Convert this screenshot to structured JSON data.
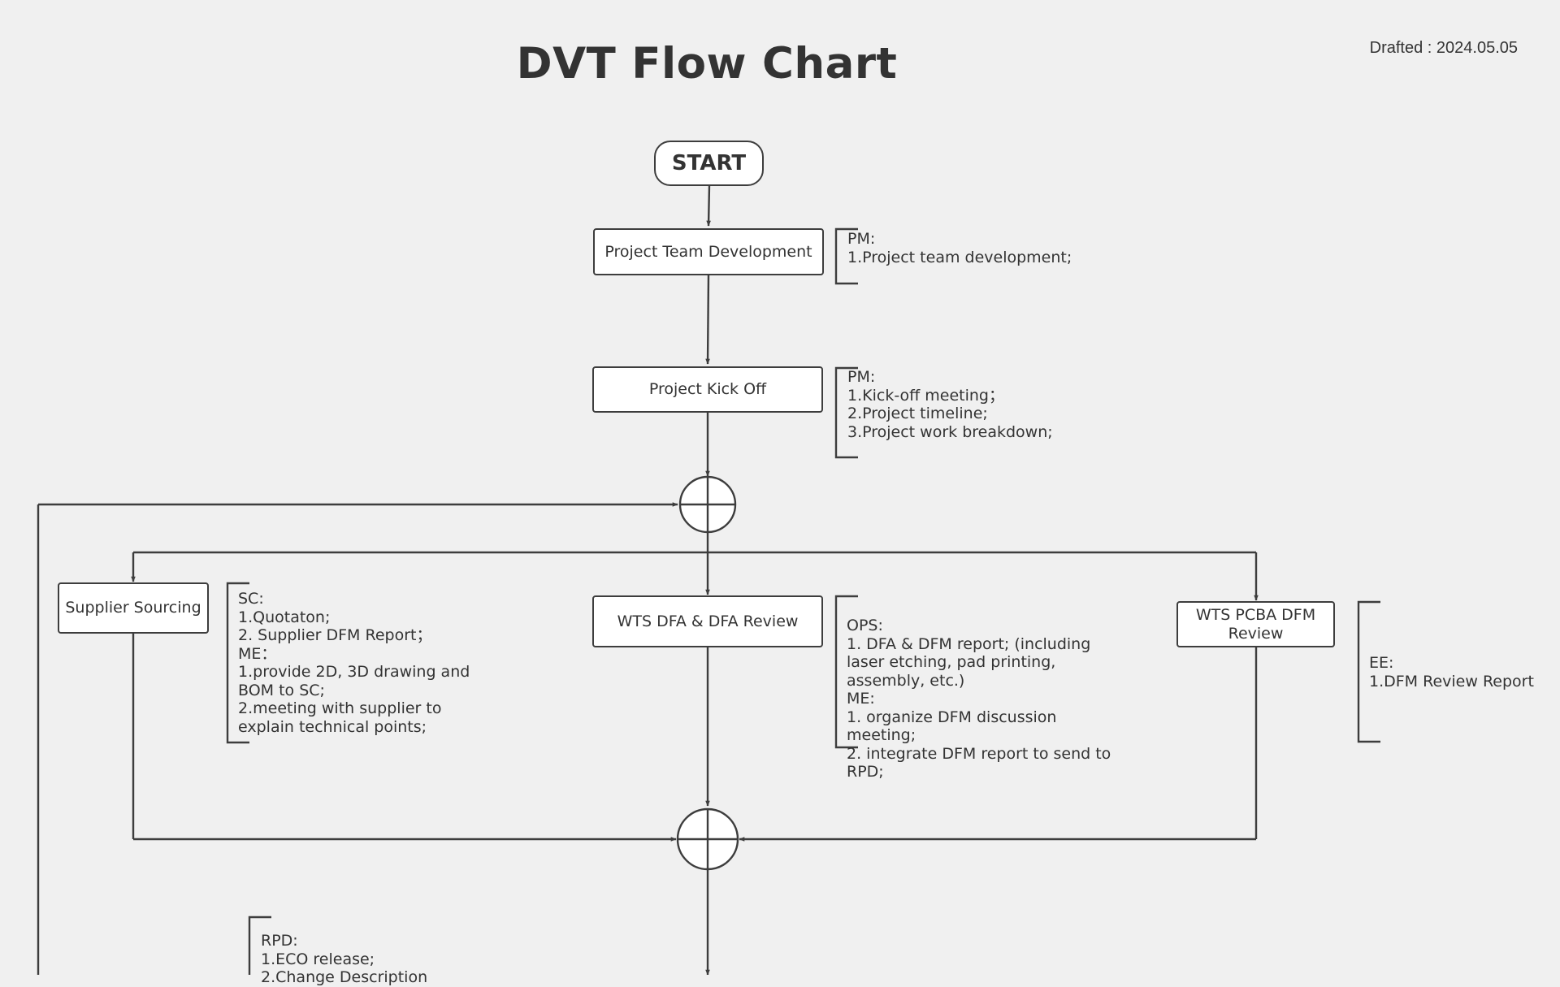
{
  "header": {
    "title": "DVT Flow Chart",
    "drafted": "Drafted : 2024.05.05"
  },
  "nodes": {
    "start": "START",
    "team_dev": "Project Team Development",
    "kick_off": "Project Kick Off",
    "supplier": "Supplier Sourcing",
    "wts_dfa": "WTS DFA & DFA Review",
    "wts_pcba": "WTS PCBA DFM Review"
  },
  "notes": {
    "team_dev": [
      "PM:",
      "1.Project team development;"
    ],
    "kick_off": [
      "PM:",
      "1.Kick-off meeting；",
      "2.Project timeline;",
      "3.Project work breakdown;"
    ],
    "supplier": [
      "SC:",
      "1.Quotaton;",
      "2. Supplier DFM Report；",
      "ME：",
      "1.provide 2D, 3D drawing and BOM to SC;",
      "2.meeting with supplier to explain technical points;"
    ],
    "wts_dfa": [
      "OPS:",
      "1. DFA & DFM report; (including laser etching, pad printing, assembly, etc.)",
      "ME:",
      "1. organize DFM discussion meeting;",
      "2. integrate DFM report to send to RPD;"
    ],
    "wts_pcba": [
      "EE:",
      "1.DFM Review Report"
    ],
    "rpd": [
      "RPD:",
      "1.ECO release;",
      "2.Change Description"
    ]
  }
}
